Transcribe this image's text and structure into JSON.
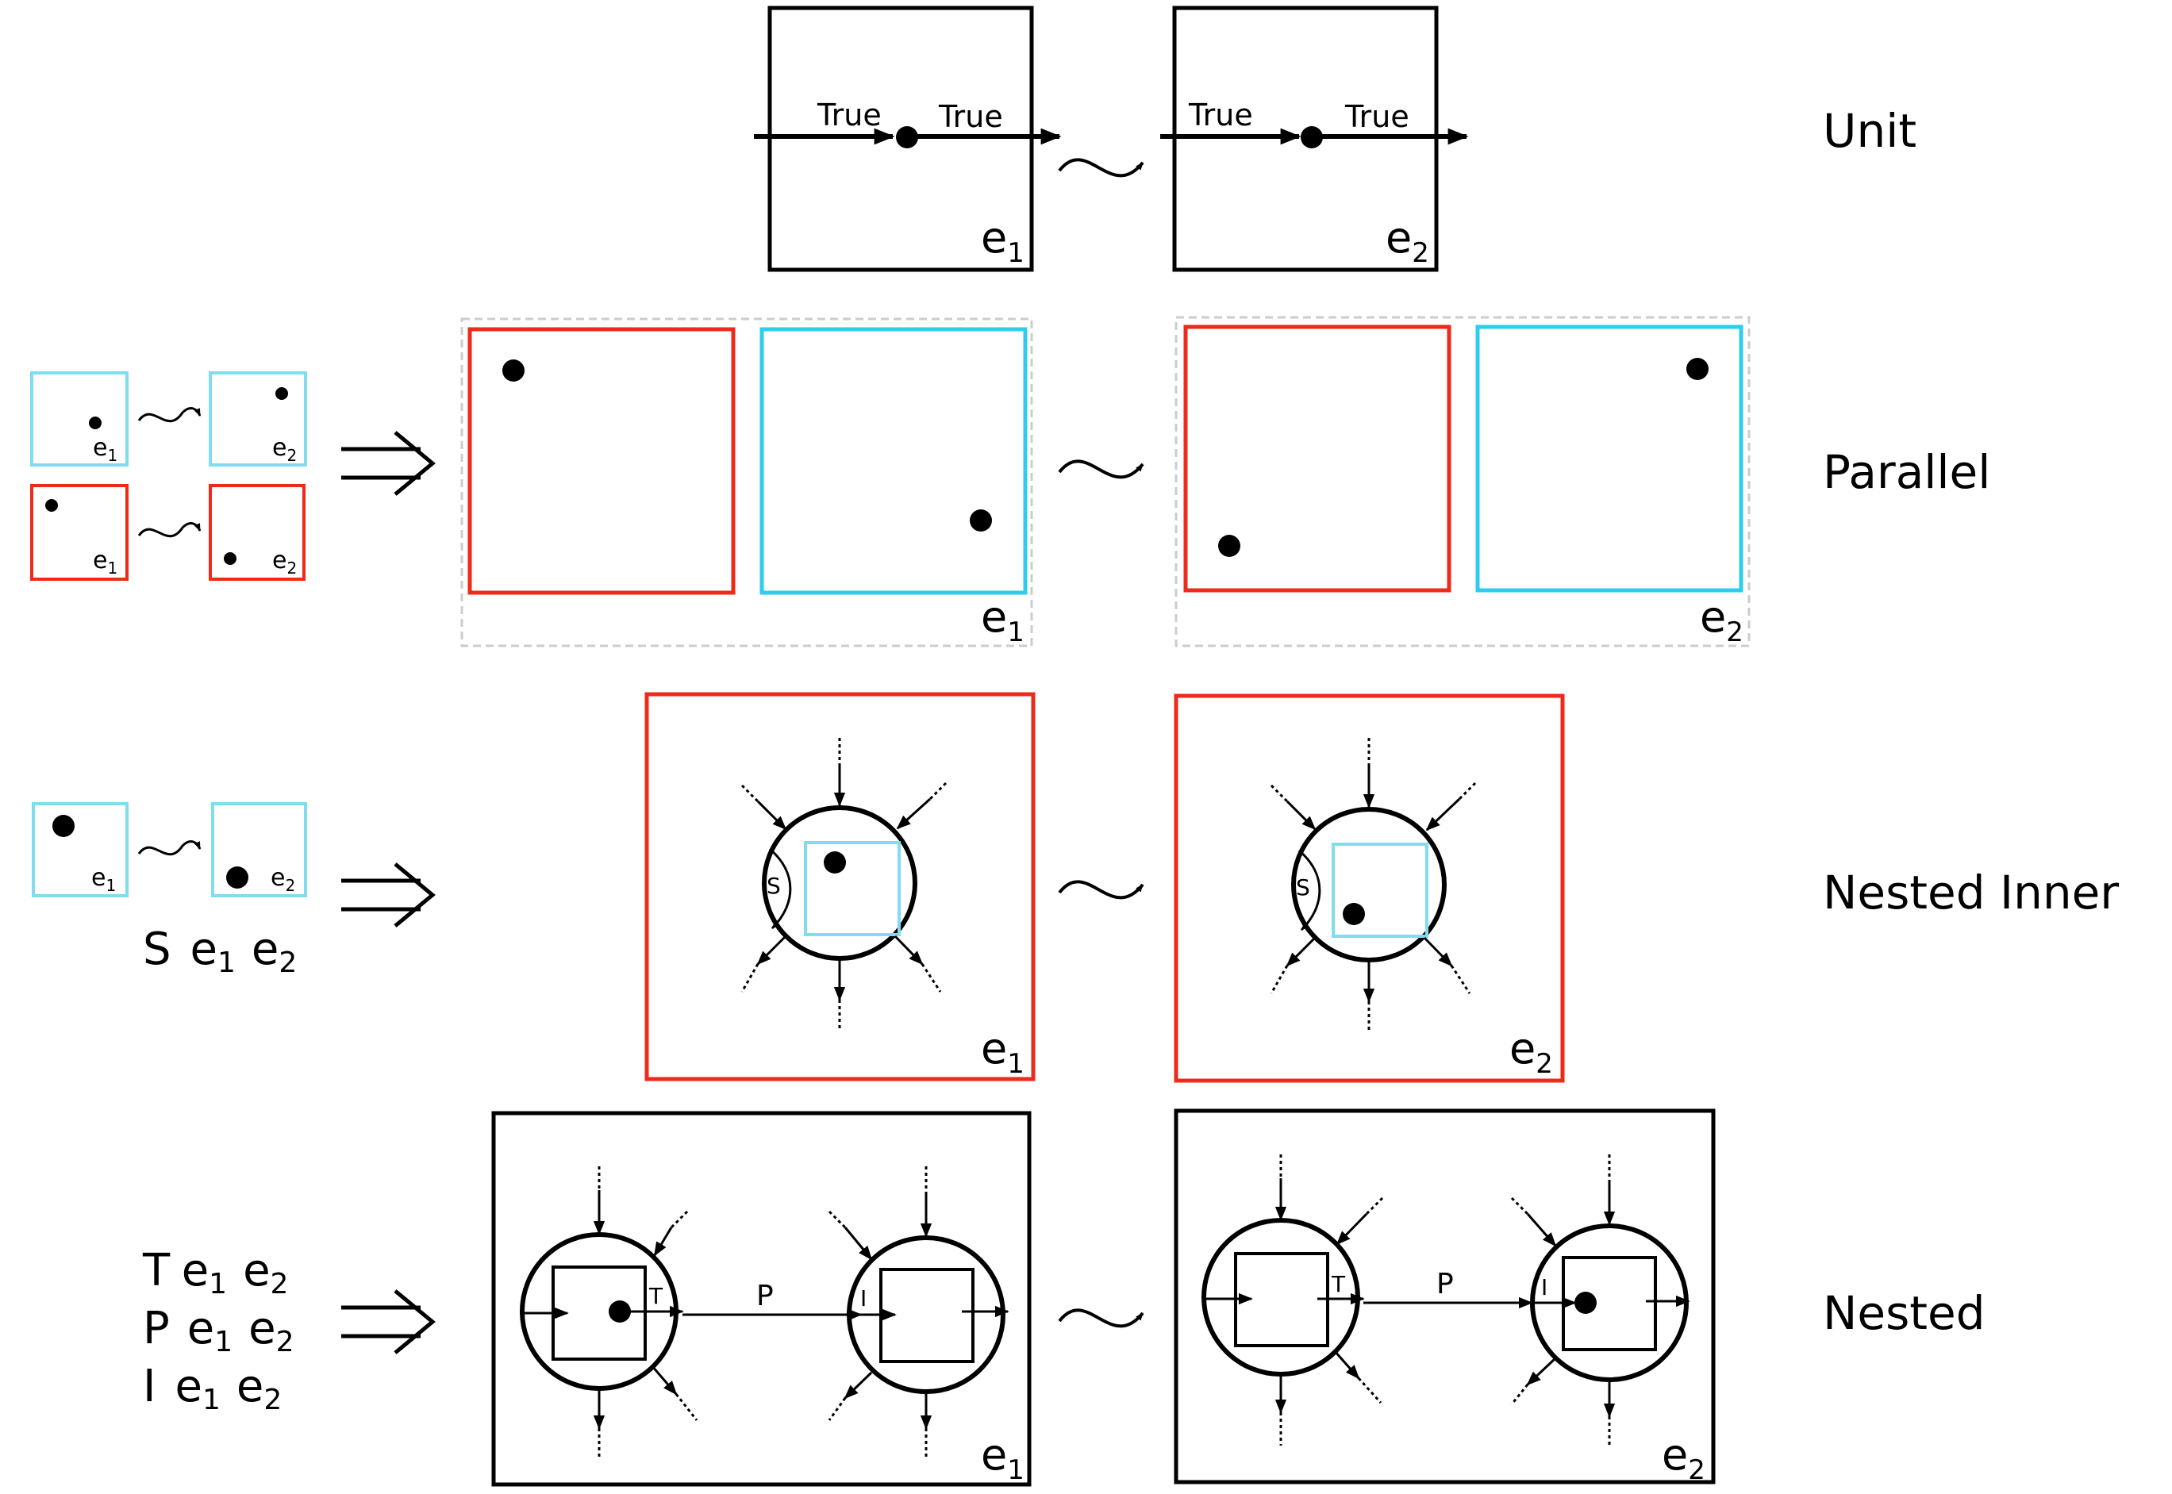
{
  "rows": {
    "unit": {
      "label": "Unit"
    },
    "parallel": {
      "label": "Parallel"
    },
    "nested_inner": {
      "label": "Nested Inner",
      "rule": {
        "s": "S",
        "e1": "e",
        "e1sub": "1",
        "e2": "e",
        "e2sub": "2"
      }
    },
    "nested": {
      "label": "Nested",
      "rules": [
        {
          "c": "T",
          "e1": "e",
          "e1sub": "1",
          "e2": "e",
          "e2sub": "2"
        },
        {
          "c": "P",
          "e1": "e",
          "e1sub": "1",
          "e2": "e",
          "e2sub": "2"
        },
        {
          "c": "I",
          "e1": "e",
          "e1sub": "1",
          "e2": "e",
          "e2sub": "2"
        }
      ]
    }
  },
  "edge_label": "True",
  "env1": {
    "base": "e",
    "sub": "1"
  },
  "env2": {
    "base": "e",
    "sub": "2"
  },
  "symbols": {
    "step": "~",
    "implies": "⇒"
  },
  "node_labels": {
    "s": "S",
    "t": "T",
    "p": "P",
    "i": "I"
  },
  "colors": {
    "red": "#ee2a1b",
    "cyan": "#2ecdee",
    "cyan_light": "#80dcef",
    "black": "#000000",
    "dashed_gray": "#cccccc"
  }
}
